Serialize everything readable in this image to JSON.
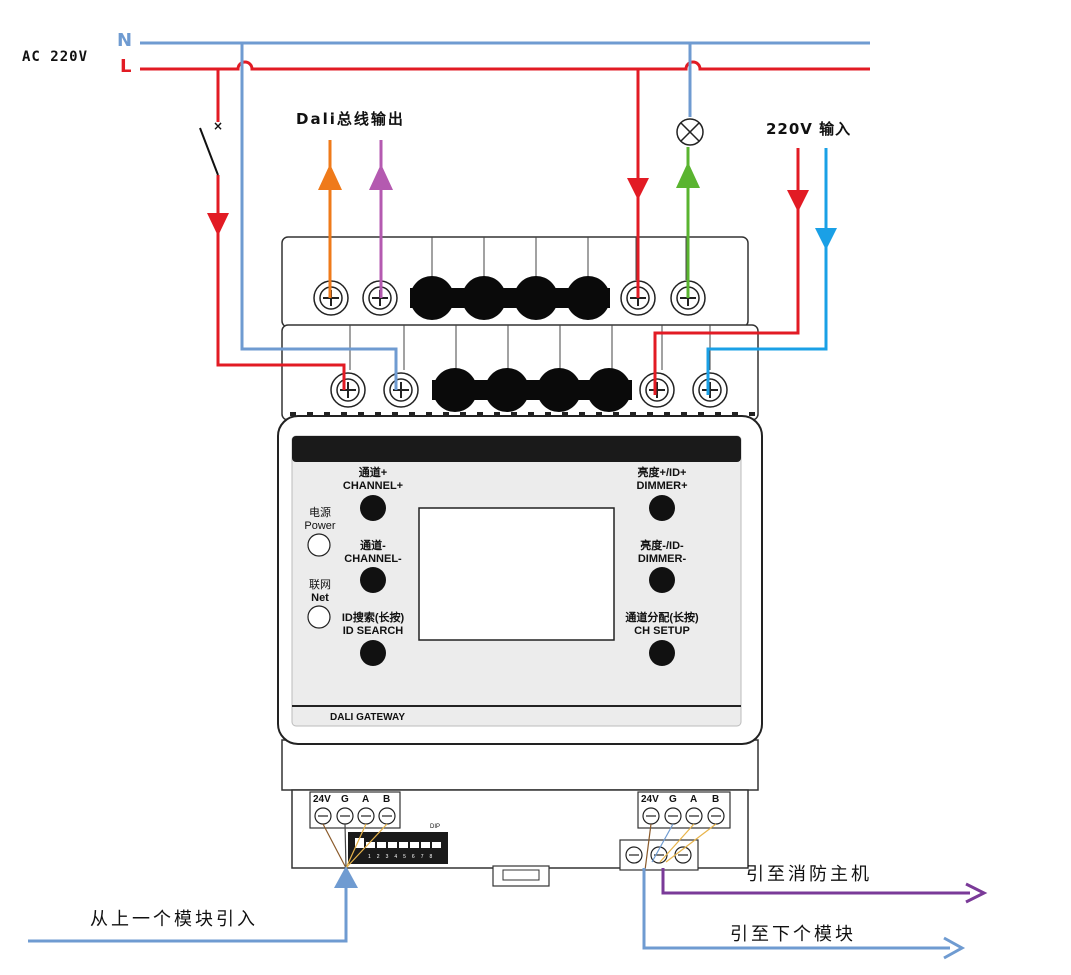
{
  "supply": {
    "label": "AC 220V",
    "n": "N",
    "l": "L"
  },
  "dali_output": "Dali总线输出",
  "input_220": "220V 输入",
  "panel": {
    "title": "DALI GATEWAY",
    "power": {
      "cn": "电源",
      "en": "Power"
    },
    "net": {
      "cn": "联网",
      "en": "Net"
    },
    "buttons": [
      {
        "cn": "通道+",
        "en": "CHANNEL+"
      },
      {
        "cn": "通道-",
        "en": "CHANNEL-"
      },
      {
        "cn": "ID搜索(长按)",
        "en": "ID SEARCH"
      },
      {
        "cn": "亮度+/ID+",
        "en": "DIMMER+"
      },
      {
        "cn": "亮度-/ID-",
        "en": "DIMMER-"
      },
      {
        "cn": "通道分配(长按)",
        "en": "CH SETUP"
      }
    ]
  },
  "bus_terminals": [
    "24V",
    "G",
    "A",
    "B"
  ],
  "dip_label": "DIP",
  "dip_numbers": [
    "1",
    "2",
    "3",
    "4",
    "5",
    "6",
    "7",
    "8"
  ],
  "from_prev": "从上一个模块引入",
  "to_fire": "引至消防主机",
  "to_next": "引至下个模块",
  "colors": {
    "neutral": "#6f9bd1",
    "live": "#e21b24",
    "dali1": "#ef7a1a",
    "dali2": "#b45ab0",
    "lamp": "#5ab430",
    "in_n": "#1aa0e6",
    "fire": "#7a3a98",
    "next": "#6f9bd1",
    "wire_brown": "#8a5a2a",
    "wire_yellow": "#e8b44a"
  }
}
